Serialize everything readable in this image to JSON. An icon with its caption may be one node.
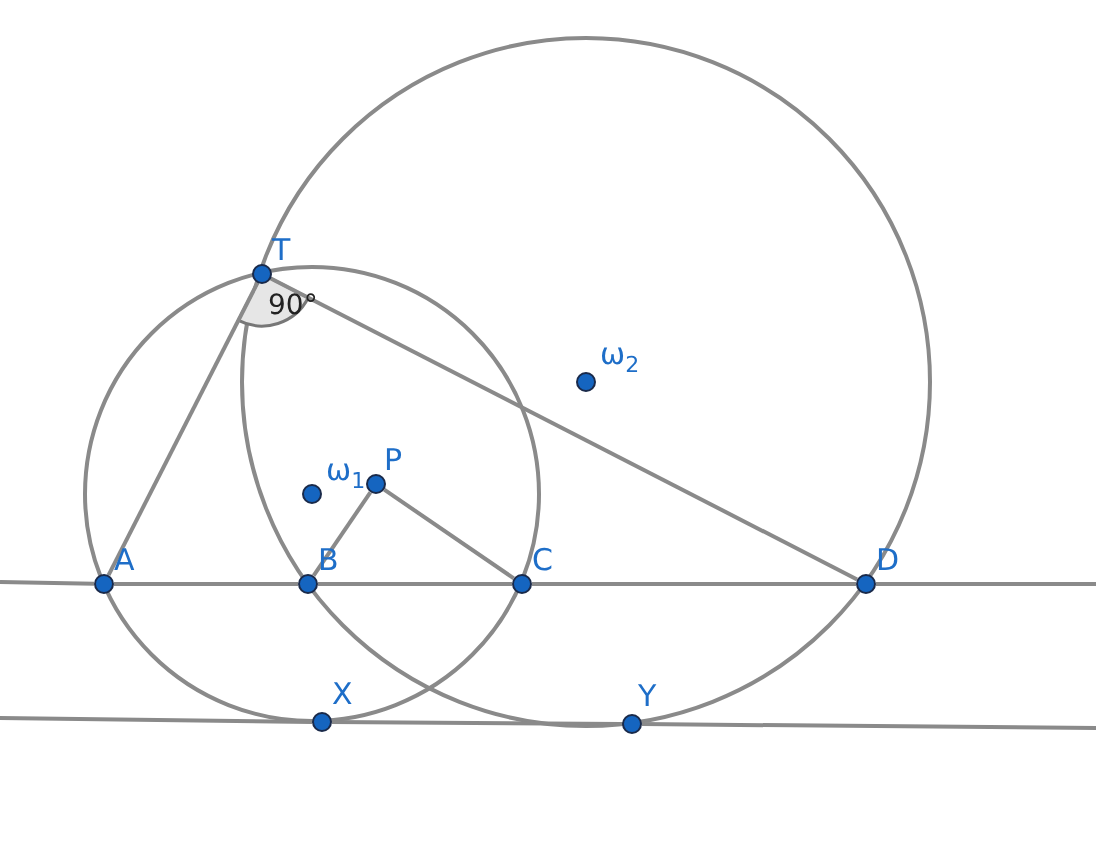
{
  "diagram": {
    "nodes": [
      {
        "text": [
          "T"
        ]
      },
      {
        "text": [
          "A"
        ]
      },
      {
        "text": [
          "B"
        ]
      },
      {
        "text": [
          "C"
        ]
      },
      {
        "text": [
          "D"
        ]
      },
      {
        "text": [
          "X"
        ]
      },
      {
        "text": [
          "Y"
        ]
      },
      {
        "text": [
          "P"
        ]
      },
      {
        "text": [
          "ω$_{1}$"
        ]
      },
      {
        "text": [
          "ω$_{2}$"
        ]
      }
    ],
    "edges": [
      {
        "from": 0,
        "to": 1,
        "arrow": "none"
      },
      {
        "from": 0,
        "to": 4,
        "arrow": "none"
      },
      {
        "from": 2,
        "to": 7,
        "arrow": "none"
      },
      {
        "from": 7,
        "to": 3,
        "arrow": "none"
      },
      {
        "from": null,
        "to": 1,
        "arrow": "none"
      },
      {
        "from": 1,
        "to": 2,
        "arrow": "none"
      },
      {
        "from": 2,
        "to": 3,
        "arrow": "none"
      },
      {
        "from": 3,
        "to": 4,
        "arrow": "none"
      },
      {
        "from": 4,
        "to": null,
        "arrow": "none"
      },
      {
        "from": null,
        "to": 5,
        "arrow": "none"
      },
      {
        "from": 5,
        "to": 6,
        "arrow": "none"
      },
      {
        "from": 6,
        "to": null,
        "arrow": "none"
      }
    ],
    "labels": [
      "90°"
    ]
  }
}
